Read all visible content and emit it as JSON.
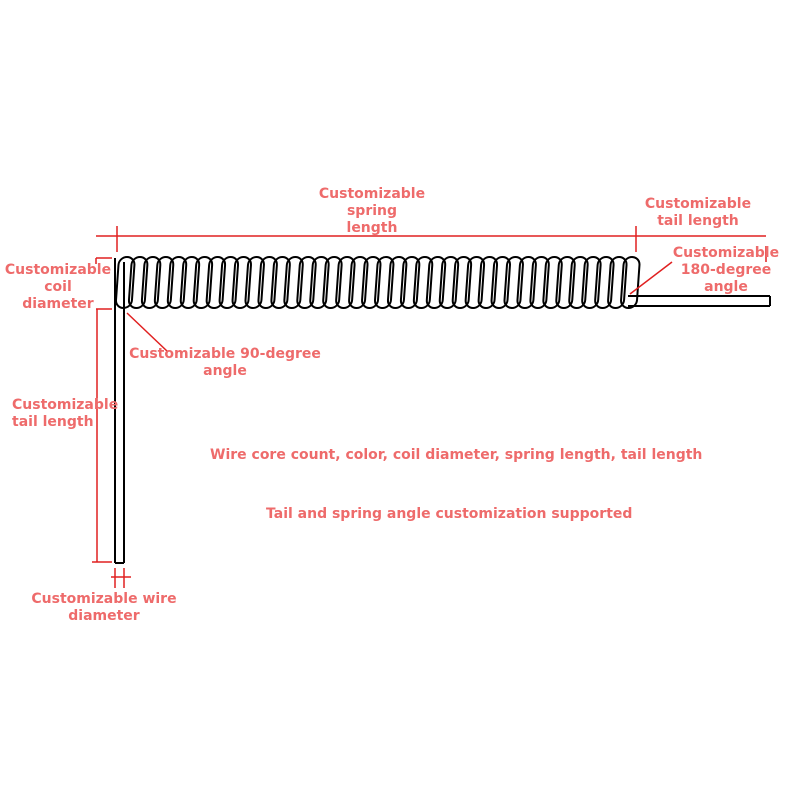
{
  "labels": {
    "spring_length": "Customizable\nspring\nlength",
    "tail_length_top": "Customizable\ntail length",
    "angle_180": "Customizable\n180-degree\nangle",
    "coil_diameter": "Customizable\ncoil\ndiameter",
    "angle_90": "Customizable 90-degree\nangle",
    "tail_length_left": "Customizable\ntail length",
    "wire_diameter": "Customizable wire\ndiameter"
  },
  "notes": {
    "line1": "Wire core count, color, coil diameter, spring length, tail length",
    "line2": "Tail and spring angle customization supported"
  },
  "colors": {
    "annotation": "#ee6b6b",
    "dimension_line": "#e02020",
    "wire": "#000000"
  }
}
